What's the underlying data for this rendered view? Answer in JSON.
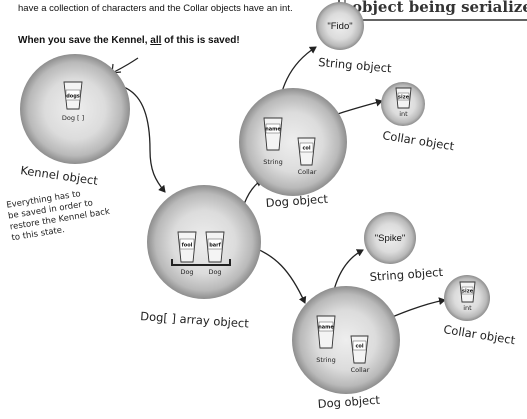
{
  "intro_line": "have a collection of characters and the Collar objects have an int.",
  "save_line": {
    "before": "When you save the Kennel, ",
    "underlined": "all",
    "after": " of this is saved!"
  },
  "callout": "object being serialized.",
  "side_note": [
    "Everything has to",
    "be saved in order to",
    "restore the Kennel back",
    "to this state."
  ],
  "kennel": {
    "label": "Kennel object",
    "var_name": "dogs",
    "var_type": "Dog [ ]"
  },
  "dog_array": {
    "label": "Dog[ ] array object",
    "cells": [
      {
        "name": "fool",
        "type": "Dog"
      },
      {
        "name": "barf",
        "type": "Dog"
      }
    ]
  },
  "dog1": {
    "label": "Dog object",
    "name_var": "name",
    "name_type": "String",
    "col_var": "col",
    "col_type": "Collar"
  },
  "dog2": {
    "label": "Dog object",
    "name_var": "name",
    "name_type": "String",
    "col_var": "col",
    "col_type": "Collar"
  },
  "string1": {
    "value": "\"Fido\"",
    "label": "String object"
  },
  "string2": {
    "value": "\"Spike\"",
    "label": "String object"
  },
  "collar1": {
    "var_name": "size",
    "var_type": "int",
    "label": "Collar object"
  },
  "collar2": {
    "var_name": "size",
    "var_type": "int",
    "label": "Collar object"
  }
}
